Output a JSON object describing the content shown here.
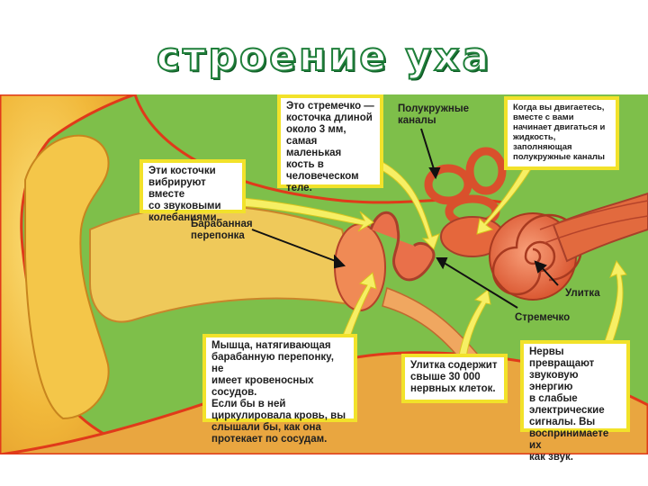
{
  "title": "строение уха",
  "callouts": {
    "stapes_desc": "Это стремечко —\nкосточка длиной\nоколо 3 мм,\nсамая маленькая\nкость в\nчеловеческом\nтеле.",
    "ossicles": "Эти косточки\nвибрируют вместе\nсо звуковыми\nколебаниями.",
    "motion": "Когда вы двигаетесь,\nвместе с вами\nначинает двигаться и\nжидкость,\nзаполняющая\nполукружные каналы",
    "eardrum_muscle": "Мышца, натягивающая\nбарабанную перепонку, не\nимеет кровеносных сосудов.\nЕсли бы в ней\nциркулировала кровь, вы\nслышали бы, как она\nпротекает по сосудам.",
    "cochlea_cells": "Улитка содержит\nсвыше 30 000\nнервных клеток.",
    "nerves": "Нервы превращают\nзвуковую энергию\nв слабые\nэлектрические\nсигналы. Вы\nвоспринимаете их\nкак звук."
  },
  "labels": {
    "canals": "Полукружные\nканалы",
    "eardrum": "Барабанная\nперепонка",
    "cochlea": "Улитка",
    "stapes": "Стремечко"
  },
  "colors": {
    "background": "#7ebf4a",
    "skin": "#f3c23a",
    "canal": "#e9c04a",
    "inner_ear": "#e0653a",
    "callout_border": "#f2e22a",
    "title_stroke": "#1f7f3a"
  }
}
